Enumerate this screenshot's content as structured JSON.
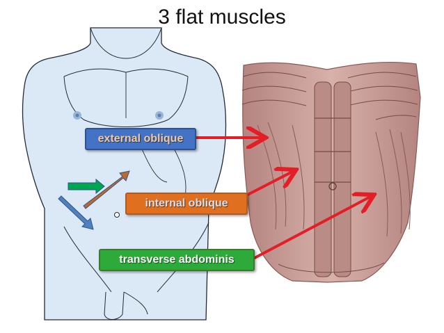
{
  "title": "3 flat muscles",
  "labels": {
    "external_oblique": "external oblique",
    "internal_oblique": "internal oblique",
    "transverse_abdominis": "transverse abdominis"
  },
  "colors": {
    "external_oblique_box": "#4472c4",
    "external_oblique_text": "#f5c89a",
    "internal_oblique_box": "#e07020",
    "internal_oblique_text": "#cfe0f5",
    "transverse_abdominis_box": "#2eaa3b",
    "transverse_abdominis_text": "#ffffff",
    "pointer_arrow": "#e41e26",
    "body_fill": "#dbe8f5",
    "body_outline": "#1f2a3a",
    "muscle": "#c89a92",
    "muscle_dark": "#8a5a52"
  },
  "icons": [
    "green-arrow-icon",
    "orange-arrow-icon",
    "blue-arrow-icon"
  ]
}
